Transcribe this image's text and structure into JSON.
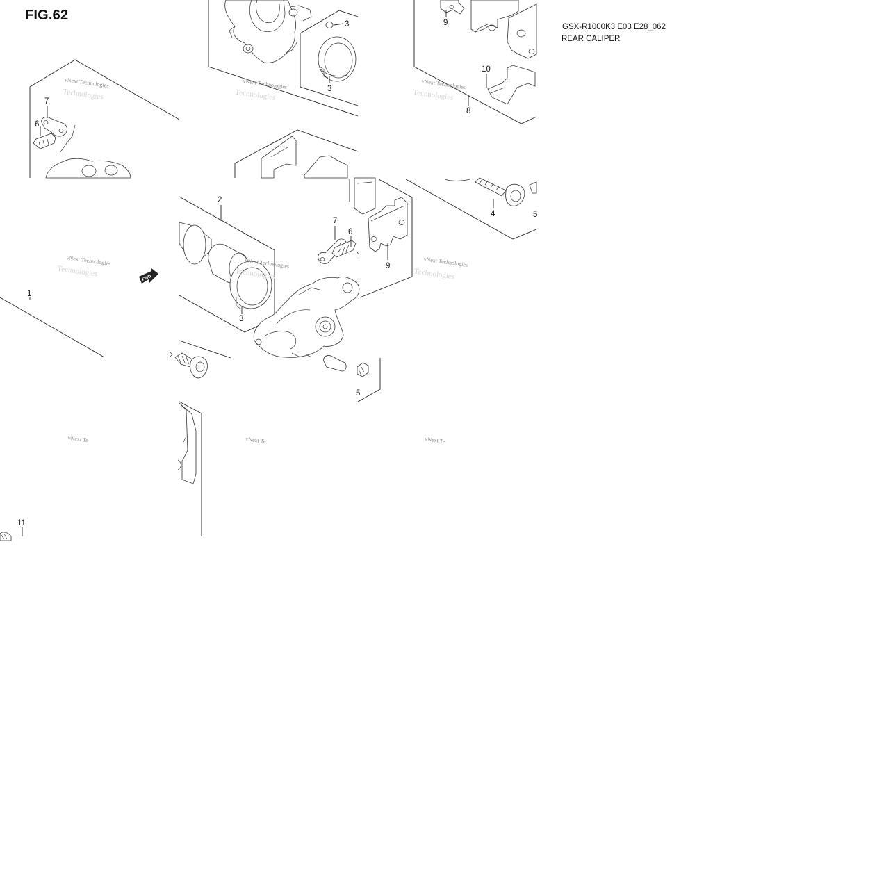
{
  "figure": {
    "title": "FIG.62",
    "model_code": "GSX-R1000K3 E03 E28_062",
    "assembly_name": "REAR CALIPER"
  },
  "fwd_arrow": {
    "label": "FWD"
  },
  "watermark": {
    "line1": "vNext Technologies",
    "line2": "Technologies",
    "clipped_line1": "vNext Te"
  },
  "callouts": {
    "c1": "1",
    "c2": "2",
    "c3a": "3",
    "c3b": "3",
    "c3c": "3",
    "c4": "4",
    "c5a": "5",
    "c5b": "5",
    "c6a": "6",
    "c6b": "6",
    "c7a": "7",
    "c7b": "7",
    "c8": "8",
    "c9a": "9",
    "c9b": "9",
    "c10": "10",
    "c11": "11"
  }
}
